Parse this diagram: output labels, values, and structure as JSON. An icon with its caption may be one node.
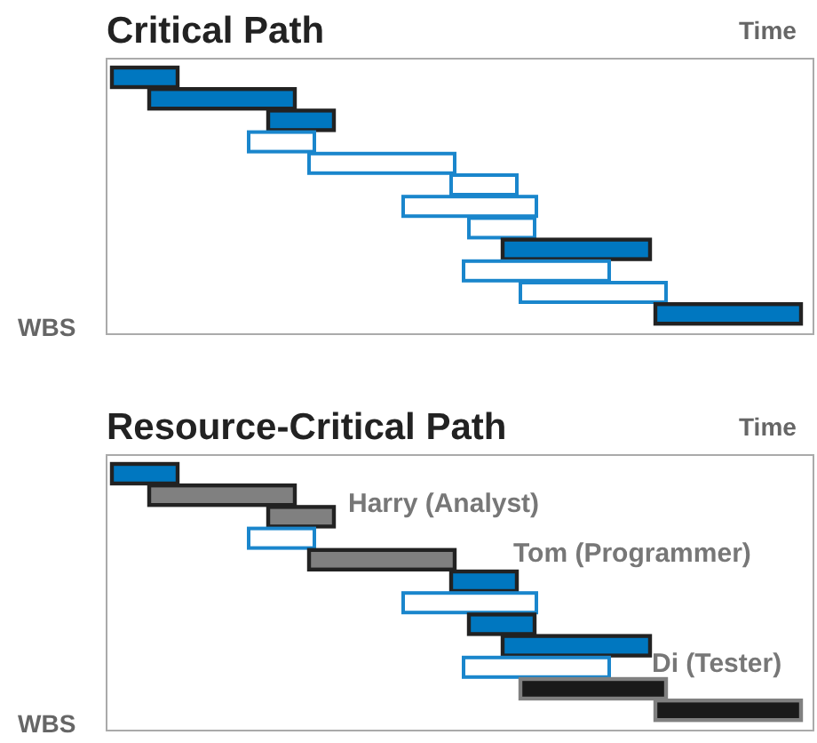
{
  "diagram": {
    "labels": [
      "Critical Path",
      "Time",
      "WBS",
      "Resource-Critical Path",
      "Time",
      "Harry (Analyst)",
      "Tom (Programmer)",
      "Di (Tester)",
      "WBS"
    ]
  }
}
